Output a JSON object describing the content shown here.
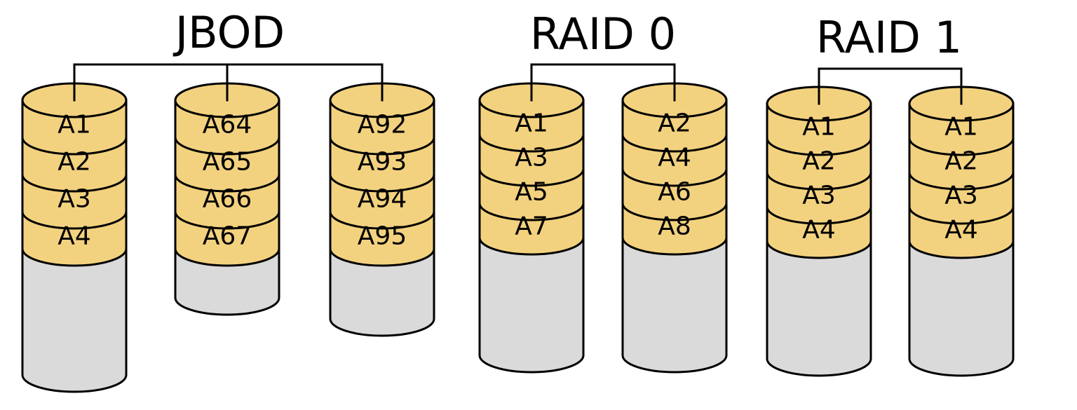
{
  "colors": {
    "data_block": "#f3d27f",
    "empty_space": "#dadada",
    "outline": "#000000"
  },
  "groups": [
    {
      "title": "JBOD",
      "disks": [
        {
          "blocks": [
            "A1",
            "A2",
            "A3",
            "A4"
          ]
        },
        {
          "blocks": [
            "A64",
            "A65",
            "A66",
            "A67"
          ]
        },
        {
          "blocks": [
            "A92",
            "A93",
            "A94",
            "A95"
          ]
        }
      ]
    },
    {
      "title": "RAID 0",
      "disks": [
        {
          "blocks": [
            "A1",
            "A3",
            "A5",
            "A7"
          ]
        },
        {
          "blocks": [
            "A2",
            "A4",
            "A6",
            "A8"
          ]
        }
      ]
    },
    {
      "title": "RAID 1",
      "disks": [
        {
          "blocks": [
            "A1",
            "A2",
            "A3",
            "A4"
          ]
        },
        {
          "blocks": [
            "A1",
            "A2",
            "A3",
            "A4"
          ]
        }
      ]
    }
  ]
}
